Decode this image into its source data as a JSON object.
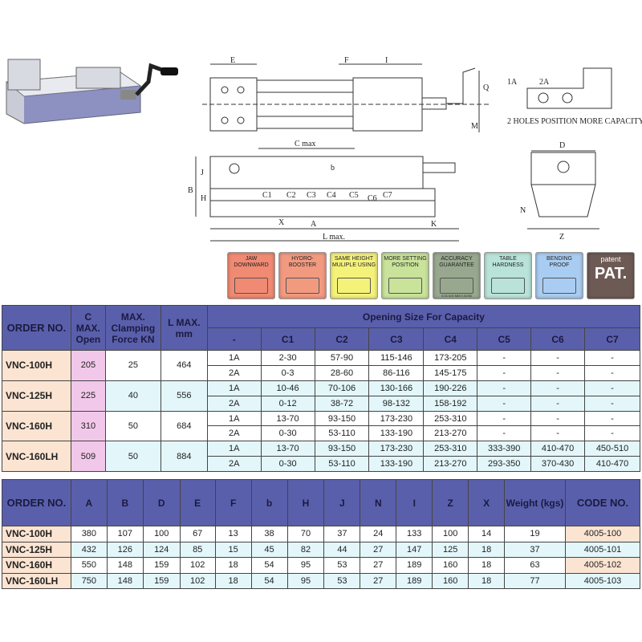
{
  "drawing": {
    "top_labels": {
      "E": "E",
      "F": "F",
      "I": "I",
      "Q": "Q",
      "M": "M"
    },
    "side_labels": {
      "C": "C max",
      "b": "b",
      "J": "J",
      "B": "B",
      "H": "H",
      "X": "X",
      "A": "A",
      "K": "K",
      "L": "L max."
    },
    "positions": [
      "C1",
      "C2",
      "C3",
      "C4",
      "C5",
      "C6",
      "C7"
    ],
    "holes": {
      "a": "1A",
      "b": "2A",
      "caption": "2 HOLES POSITION MORE CAPACITY"
    },
    "end_labels": {
      "D": "D",
      "N": "N",
      "Z": "Z"
    }
  },
  "badges": [
    {
      "label": "JAW DOWNWARD",
      "color": "#f08a72"
    },
    {
      "label": "HYDRO-BOOSTER",
      "color": "#f29a80"
    },
    {
      "label": "SAME HEIGHT MULIPLE USING",
      "color": "#f5f27a"
    },
    {
      "label": "MORE SETTING POSITION",
      "color": "#c9e39a"
    },
    {
      "label": "ACCURACY GUARANTEE",
      "color": "#98a88e",
      "sub": "0.01/100 MM  0.02/50"
    },
    {
      "label": "TABLE HARDNESS",
      "color": "#b9e3d9"
    },
    {
      "label": "BENDING PROOF",
      "color": "#a9cdf2"
    },
    {
      "label": "patent",
      "big": "PAT.",
      "color": "#6e5a55"
    }
  ],
  "table1": {
    "headers": {
      "order": "ORDER NO.",
      "c": "C MAX. Open",
      "force": "MAX. Clamping Force KN",
      "l": "L MAX. mm",
      "group": "Opening Size For Capacity",
      "dash": "-"
    },
    "cols": [
      "C1",
      "C2",
      "C3",
      "C4",
      "C5",
      "C6",
      "C7"
    ],
    "rows": [
      {
        "model": "VNC-100H",
        "c": "205",
        "force": "25",
        "l": "464",
        "sub": [
          {
            "pos": "1A",
            "vals": [
              "2-30",
              "57-90",
              "115-146",
              "173-205",
              "-",
              "-",
              "-"
            ]
          },
          {
            "pos": "2A",
            "vals": [
              "0-3",
              "28-60",
              "86-116",
              "145-175",
              "-",
              "-",
              "-"
            ]
          }
        ]
      },
      {
        "model": "VNC-125H",
        "c": "225",
        "force": "40",
        "l": "556",
        "sub": [
          {
            "pos": "1A",
            "vals": [
              "10-46",
              "70-106",
              "130-166",
              "190-226",
              "-",
              "-",
              "-"
            ]
          },
          {
            "pos": "2A",
            "vals": [
              "0-12",
              "38-72",
              "98-132",
              "158-192",
              "-",
              "-",
              "-"
            ]
          }
        ]
      },
      {
        "model": "VNC-160H",
        "c": "310",
        "force": "50",
        "l": "684",
        "sub": [
          {
            "pos": "1A",
            "vals": [
              "13-70",
              "93-150",
              "173-230",
              "253-310",
              "-",
              "-",
              "-"
            ]
          },
          {
            "pos": "2A",
            "vals": [
              "0-30",
              "53-110",
              "133-190",
              "213-270",
              "-",
              "-",
              "-"
            ]
          }
        ]
      },
      {
        "model": "VNC-160LH",
        "c": "509",
        "force": "50",
        "l": "884",
        "sub": [
          {
            "pos": "1A",
            "vals": [
              "13-70",
              "93-150",
              "173-230",
              "253-310",
              "333-390",
              "410-470",
              "450-510"
            ]
          },
          {
            "pos": "2A",
            "vals": [
              "0-30",
              "53-110",
              "133-190",
              "213-270",
              "293-350",
              "370-430",
              "410-470"
            ]
          }
        ]
      }
    ]
  },
  "table2": {
    "headers": [
      "ORDER NO.",
      "A",
      "B",
      "D",
      "E",
      "F",
      "b",
      "H",
      "J",
      "N",
      "I",
      "Z",
      "X",
      "Weight (kgs)",
      "CODE NO."
    ],
    "rows": [
      [
        "VNC-100H",
        "380",
        "107",
        "100",
        "67",
        "13",
        "38",
        "70",
        "37",
        "24",
        "133",
        "100",
        "14",
        "19",
        "4005-100"
      ],
      [
        "VNC-125H",
        "432",
        "126",
        "124",
        "85",
        "15",
        "45",
        "82",
        "44",
        "27",
        "147",
        "125",
        "18",
        "37",
        "4005-101"
      ],
      [
        "VNC-160H",
        "550",
        "148",
        "159",
        "102",
        "18",
        "54",
        "95",
        "53",
        "27",
        "189",
        "160",
        "18",
        "63",
        "4005-102"
      ],
      [
        "VNC-160LH",
        "750",
        "148",
        "159",
        "102",
        "18",
        "54",
        "95",
        "53",
        "27",
        "189",
        "160",
        "18",
        "77",
        "4005-103"
      ]
    ]
  }
}
